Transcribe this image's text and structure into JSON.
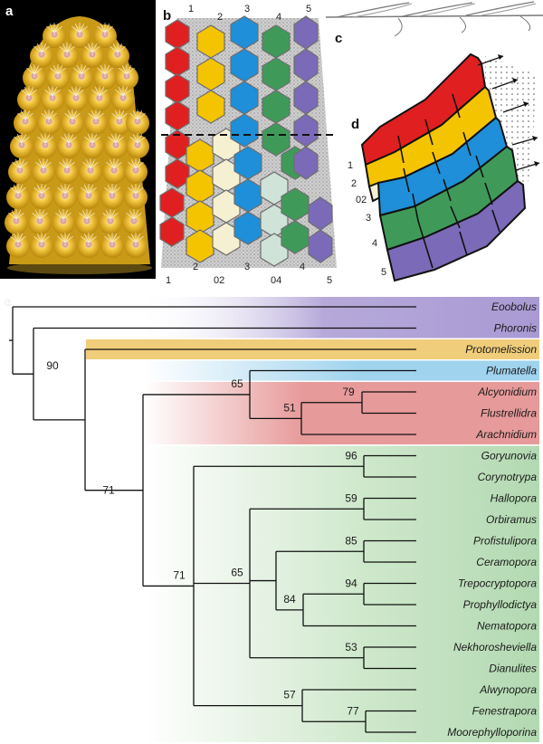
{
  "panels": {
    "a": "a",
    "b": "b",
    "c": "c",
    "d": "d",
    "e": "e"
  },
  "panel_b": {
    "top_numbers": [
      "1",
      "2",
      "3",
      "4",
      "5"
    ],
    "bottom_numbers": [
      "1",
      "2",
      "02",
      "3",
      "04",
      "4",
      "5"
    ]
  },
  "panel_d": {
    "side_numbers": [
      "1",
      "2",
      "02",
      "3",
      "4",
      "5"
    ]
  },
  "colors": {
    "row1": "#e02020",
    "row2": "#f5c400",
    "row02": "#f6f0d2",
    "row3": "#1e8fd8",
    "row04": "#cfe3d8",
    "row4": "#3f9a5a",
    "row5": "#7b6ab8",
    "band_outgroup": "#a99ad3",
    "band_protomelission": "#f0cd7a",
    "band_plumatella": "#9fd3ee",
    "band_ctenostome": "#e79a9a",
    "band_stenolaemate": "#b2d9b1"
  },
  "tree": {
    "taxa": [
      "Eoobolus",
      "Phoronis",
      "Protomelission",
      "Plumatella",
      "Alcyonidium",
      "Flustrellidra",
      "Arachnidium",
      "Goryunovia",
      "Corynotrypa",
      "Hallopora",
      "Orbiramus",
      "Profistulipora",
      "Ceramopora",
      "Trepocryptopora",
      "Prophyllodictya",
      "Nematopora",
      "Nekhorosheviella",
      "Dianulites",
      "Alwynopora",
      "Fenestrapora",
      "Moorephylloporina"
    ],
    "support": [
      {
        "id": "n90",
        "value": "90"
      },
      {
        "id": "n71a",
        "value": "71"
      },
      {
        "id": "n65a",
        "value": "65"
      },
      {
        "id": "n79",
        "value": "79"
      },
      {
        "id": "n51",
        "value": "51"
      },
      {
        "id": "n71b",
        "value": "71"
      },
      {
        "id": "n96",
        "value": "96"
      },
      {
        "id": "n65b",
        "value": "65"
      },
      {
        "id": "n59",
        "value": "59"
      },
      {
        "id": "n85",
        "value": "85"
      },
      {
        "id": "n84",
        "value": "84"
      },
      {
        "id": "n94",
        "value": "94"
      },
      {
        "id": "n53",
        "value": "53"
      },
      {
        "id": "n57",
        "value": "57"
      },
      {
        "id": "n77",
        "value": "77"
      }
    ]
  }
}
